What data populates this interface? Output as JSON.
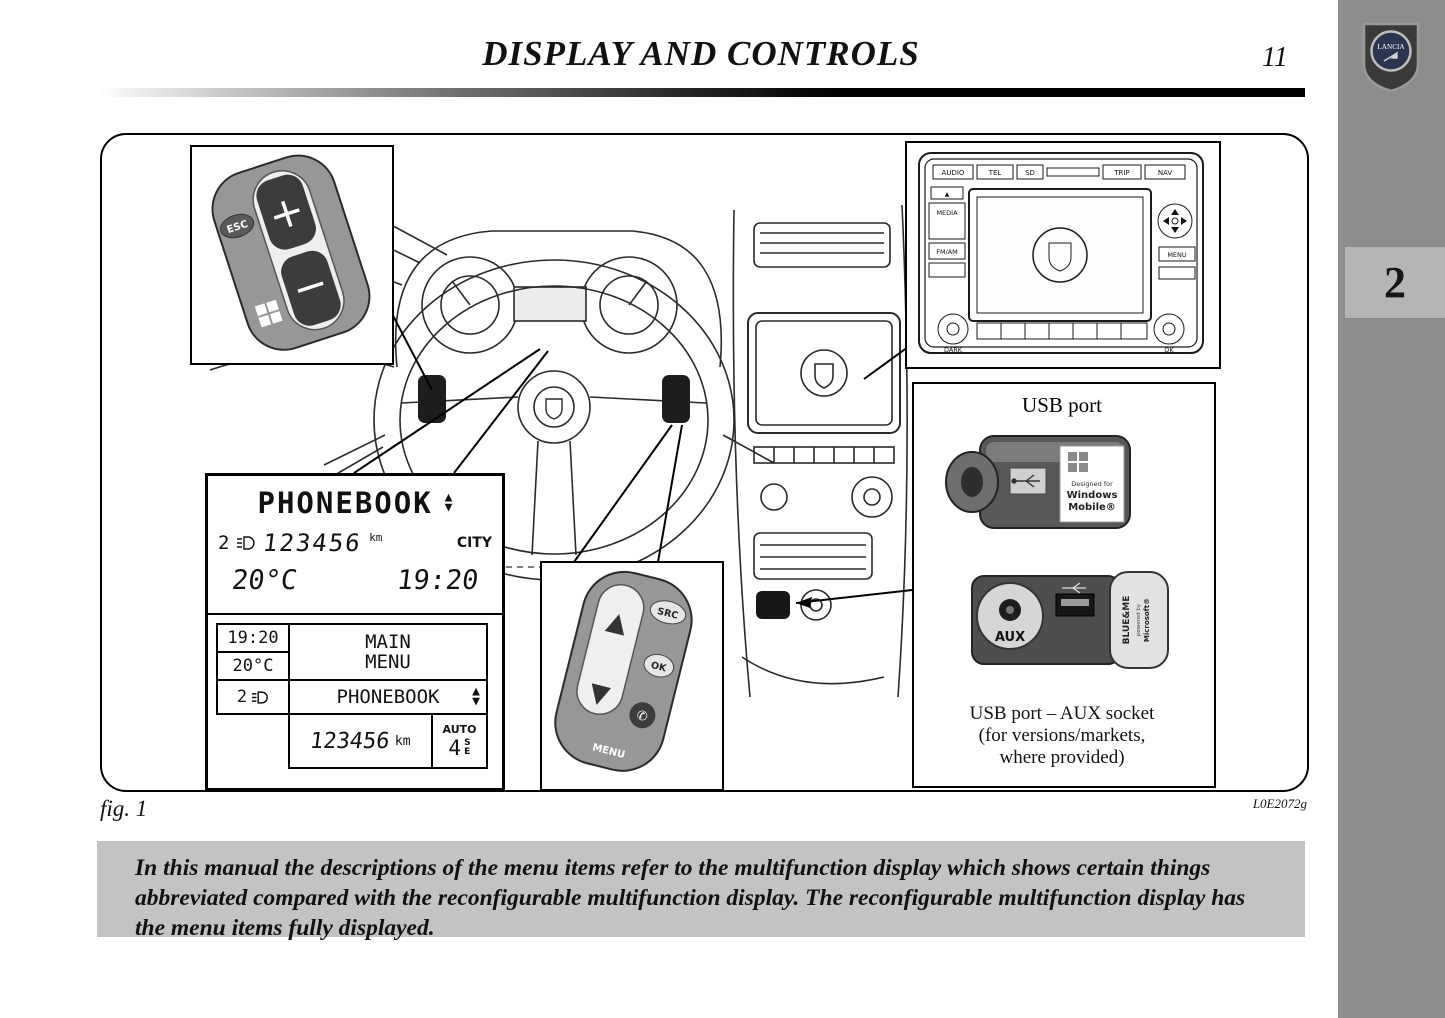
{
  "header": {
    "title": "DISPLAY AND CONTROLS",
    "page_number": "11"
  },
  "sidebar": {
    "section_number": "2",
    "logo_text": "LANCIA"
  },
  "figure": {
    "label": "fig. 1",
    "code": "L0E2072g",
    "wheel_left_controls": {
      "esc": "ESC",
      "plus": "+",
      "minus": "−"
    },
    "wheel_right_controls": {
      "up": "▲",
      "down": "▼",
      "src": "SRC",
      "ok": "OK",
      "menu": "MENU",
      "phone": "✆"
    },
    "head_unit": {
      "top_buttons": [
        "AUDIO",
        "TEL",
        "SD",
        "TRIP",
        "NAV"
      ],
      "eject": "▲",
      "media": "MEDIA",
      "fm_am": "FM/AM",
      "menu": "MENU",
      "dark": "DARK",
      "ok": "OK"
    },
    "display_top": {
      "title": "PHONEBOOK",
      "up": "▲",
      "down": "▼",
      "gear": "2",
      "odometer": "123456",
      "odometer_unit": "km",
      "mode": "CITY",
      "temperature": "20°C",
      "time": "19:20"
    },
    "display_bottom": {
      "time": "19:20",
      "temperature": "20°C",
      "gear": "2",
      "menu_title_line1": "MAIN",
      "menu_title_line2": "MENU",
      "menu_item": "PHONEBOOK",
      "up": "▲",
      "down": "▼",
      "odometer": "123456",
      "odometer_unit": "km",
      "auto_label": "AUTO",
      "gear_number": "4",
      "mode_s": "S",
      "mode_e": "E"
    },
    "usb_panel": {
      "title": "USB port",
      "usb_label_designed": "Designed for",
      "usb_label_windows": "Windows",
      "usb_label_mobile": "Mobile®",
      "aux_label": "AUX",
      "blue_me": "BLUE&ME",
      "powered_by": "powered by",
      "microsoft": "Microsoft®",
      "caption_line1": "USB port – AUX socket",
      "caption_line2": "(for versions/markets,",
      "caption_line3": "where provided)"
    }
  },
  "note": {
    "text": "In this manual the descriptions of the menu items refer to the multifunction display which shows certain things abbreviated compared with the reconfigurable multifunction display. The reconfigurable multifunction display has the menu items fully displayed."
  }
}
